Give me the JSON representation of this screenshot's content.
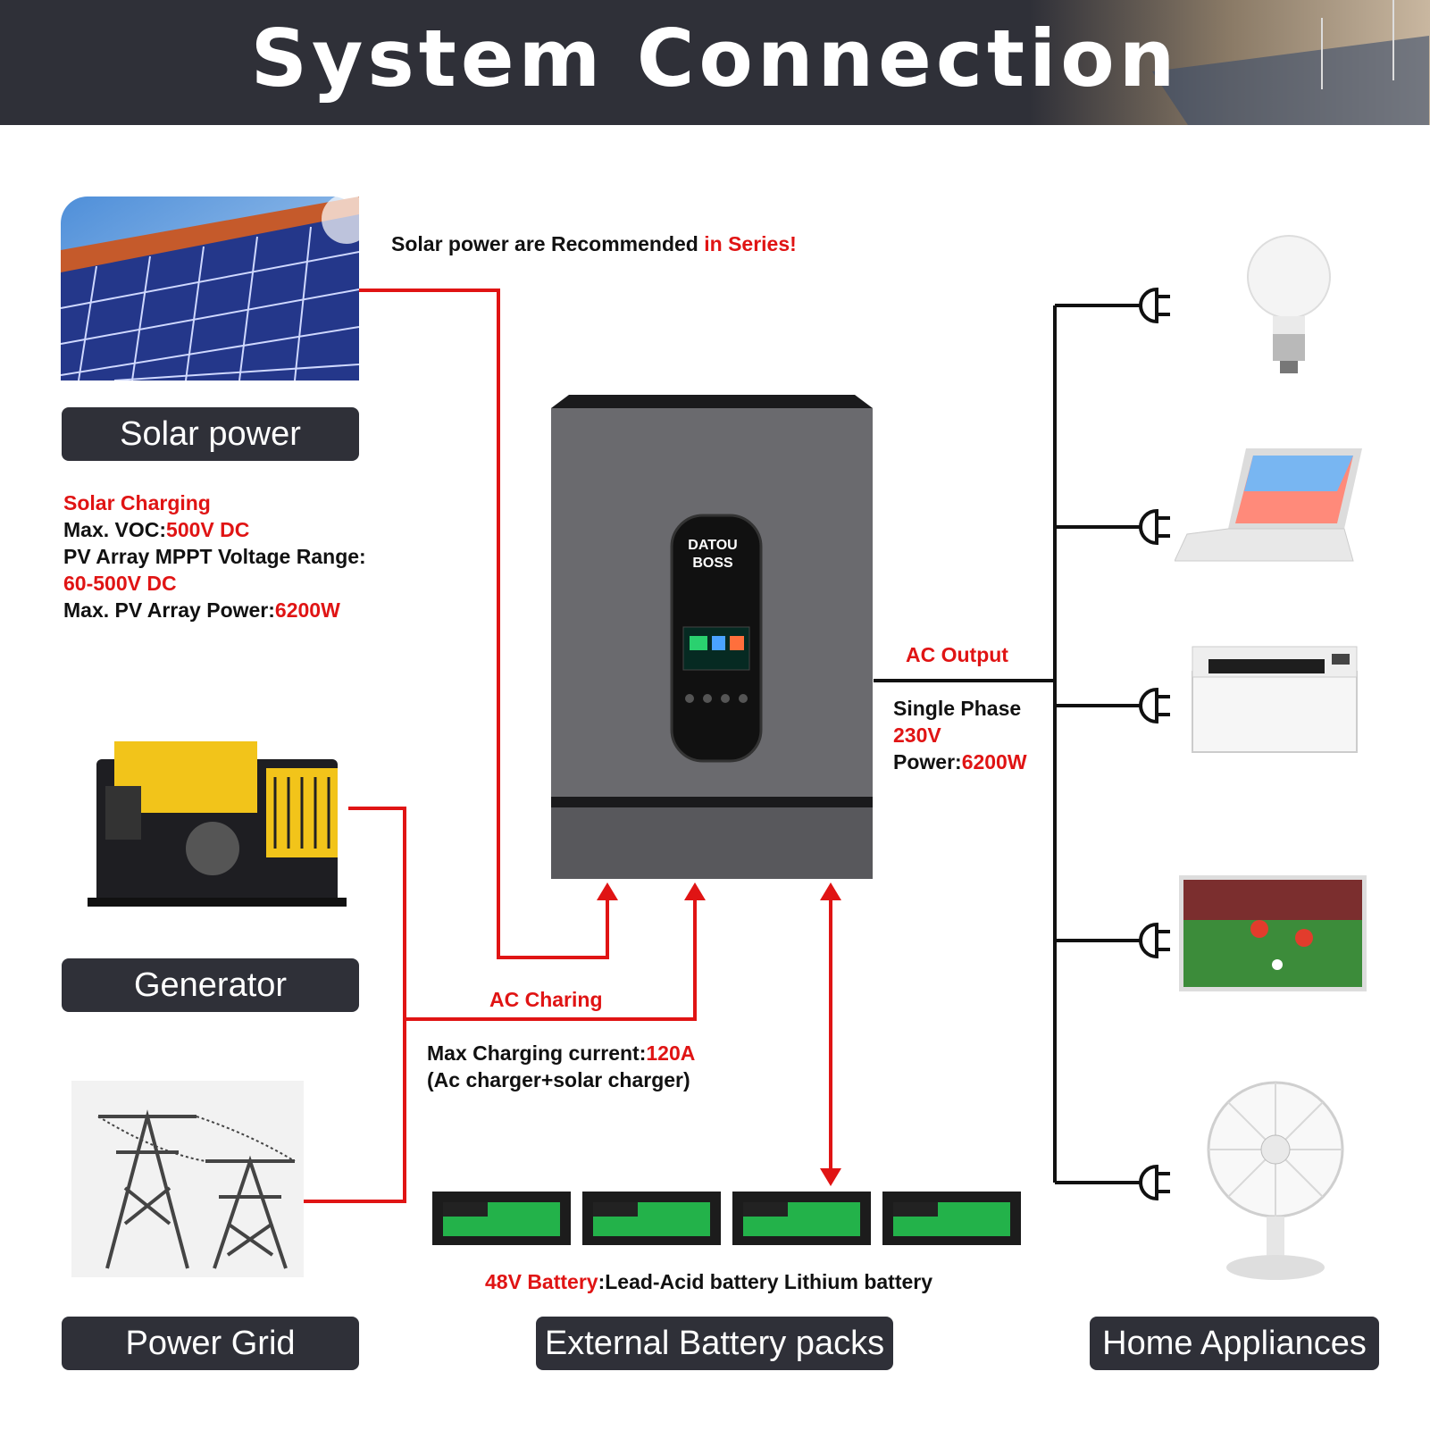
{
  "header": {
    "title": "System Connection"
  },
  "labels": {
    "solar": "Solar power",
    "generator": "Generator",
    "grid": "Power Grid",
    "battery": "External Battery packs",
    "appliances": "Home Appliances"
  },
  "notes": {
    "series_a": "Solar power are Recommended ",
    "series_b": "in Series!",
    "solar_charging": "Solar Charging",
    "voc_label": "Max. VOC:",
    "voc_value": "500V DC",
    "mppt_label": "PV Array MPPT Voltage Range:",
    "mppt_value": "60-500V DC",
    "pv_power_label": "Max. PV Array Power:",
    "pv_power_value": "6200W",
    "ac_output": "AC Output",
    "single_phase": "Single Phase",
    "voltage": "230V",
    "power_label": "Power:",
    "power_value": "6200W",
    "ac_charging": "AC Charing",
    "charge_label": "Max Charging current:",
    "charge_value": "120A",
    "charge_note": "(Ac charger+solar charger)",
    "battery_a": "48V Battery",
    "battery_b": ":Lead-Acid battery Lithium battery"
  },
  "inverter": {
    "brand_line1": "DATOU",
    "brand_line2": "BOSS"
  },
  "colors": {
    "accent_red": "#e01414",
    "dark": "#2f3038"
  }
}
